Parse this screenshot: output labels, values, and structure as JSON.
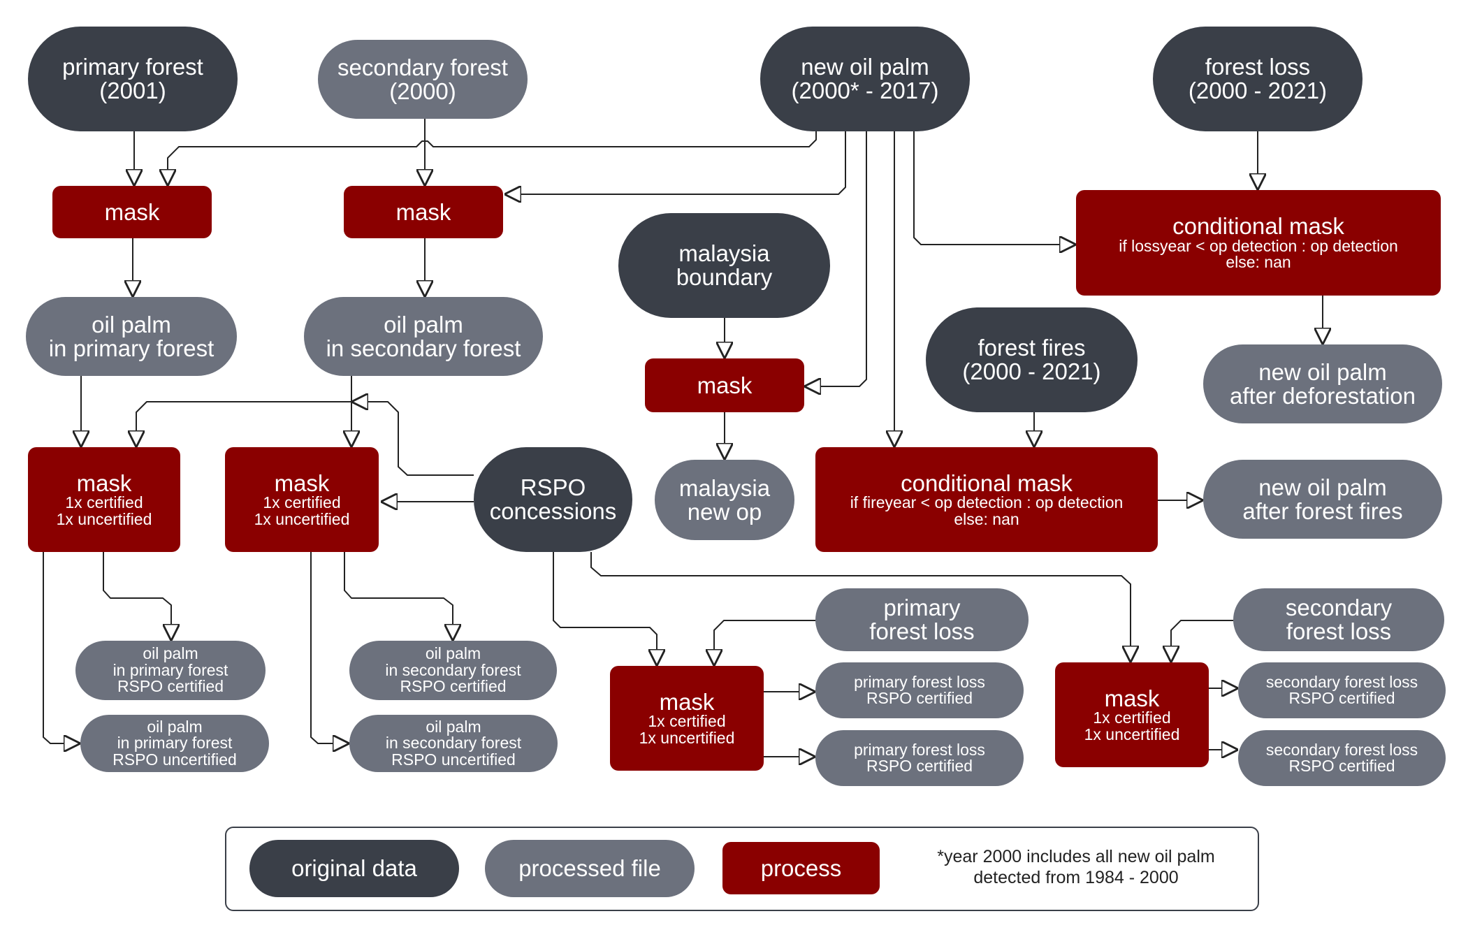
{
  "nodes": {
    "primary_forest": [
      "primary forest",
      "(2001)"
    ],
    "secondary_forest": [
      "secondary forest",
      "(2000)"
    ],
    "new_oil_palm": [
      "new oil palm",
      "(2000* - 2017)"
    ],
    "forest_loss": [
      "forest loss",
      "(2000 - 2021)"
    ],
    "mask_primary": [
      "mask"
    ],
    "mask_secondary": [
      "mask"
    ],
    "malaysia_boundary": [
      "malaysia",
      "boundary"
    ],
    "conditional_mask_loss": [
      "conditional mask",
      "if lossyear <  op detection : op detection",
      "else: nan"
    ],
    "op_in_primary": [
      "oil palm",
      "in primary forest"
    ],
    "op_in_secondary": [
      "oil palm",
      "in secondary forest"
    ],
    "mask_malaysia": [
      "mask"
    ],
    "new_op_after_deforestation": [
      "new oil palm",
      "after deforestation"
    ],
    "forest_fires": [
      "forest fires",
      "(2000 - 2021)"
    ],
    "mask_cert_primary": [
      "mask",
      "1x certified",
      "1x uncertified"
    ],
    "mask_cert_secondary": [
      "mask",
      "1x certified",
      "1x uncertified"
    ],
    "rspo_concessions": [
      "RSPO",
      "concessions"
    ],
    "malaysia_new_op": [
      "malaysia",
      "new op"
    ],
    "conditional_mask_fire": [
      "conditional mask",
      "if fireyear <  op detection : op detection",
      "else: nan"
    ],
    "new_op_after_fires": [
      "new oil palm",
      "after forest fires"
    ],
    "primary_forest_loss": [
      "primary",
      "forest loss"
    ],
    "secondary_forest_loss": [
      "secondary",
      "forest loss"
    ],
    "op_primary_rspo_cert": [
      "oil palm",
      "in primary forest",
      "RSPO certified"
    ],
    "op_secondary_rspo_cert": [
      "oil palm",
      "in secondary forest",
      "RSPO certified"
    ],
    "mask_cert_pfl": [
      "mask",
      "1x certified",
      "1x uncertified"
    ],
    "pfl_rspo_cert_1": [
      "primary forest loss",
      "RSPO certified"
    ],
    "mask_cert_sfl": [
      "mask",
      "1x certified",
      "1x uncertified"
    ],
    "sfl_rspo_cert_1": [
      "secondary forest loss",
      "RSPO certified"
    ],
    "op_primary_rspo_uncert": [
      "oil palm",
      "in primary forest",
      "RSPO uncertified"
    ],
    "op_secondary_rspo_uncert": [
      "oil palm",
      "in secondary forest",
      "RSPO uncertified"
    ],
    "pfl_rspo_cert_2": [
      "primary forest loss",
      "RSPO certified"
    ],
    "sfl_rspo_cert_2": [
      "secondary forest loss",
      "RSPO certified"
    ]
  },
  "legend": {
    "original": "original data",
    "processed": "processed file",
    "process": "process",
    "note_line1": "*year 2000 includes all new oil palm",
    "note_line2": "detected from 1984 - 2000"
  },
  "colors": {
    "original_data": "#3a3f48",
    "processed_file": "#6c717d",
    "process": "#8a0000",
    "connector": "#222222"
  }
}
